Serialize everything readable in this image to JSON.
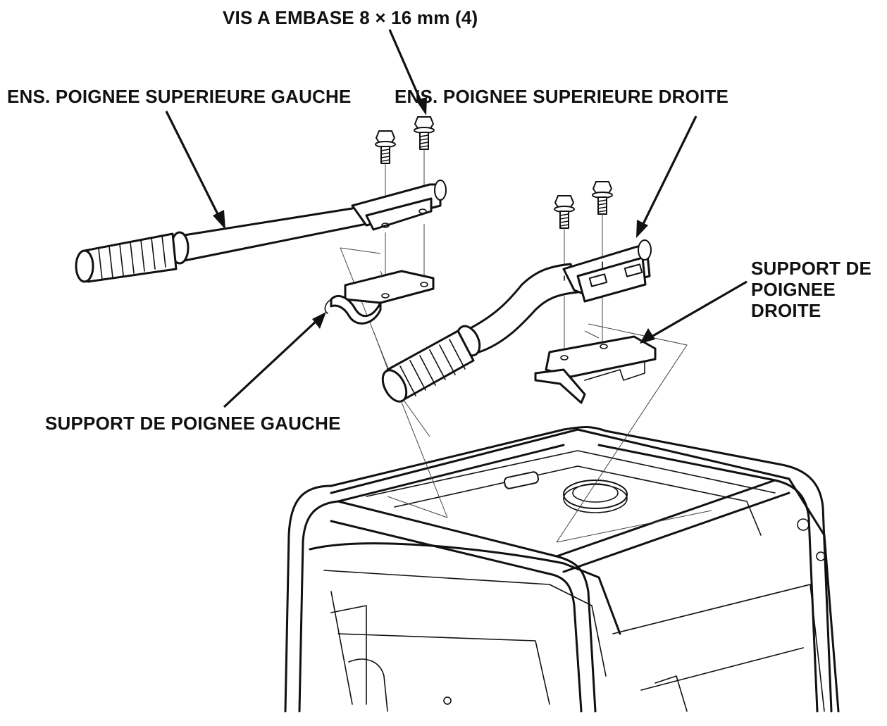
{
  "labels": {
    "screw": "VIS A EMBASE 8 × 16 mm (4)",
    "left_handle": "ENS. POIGNEE SUPERIEURE GAUCHE",
    "right_handle": "ENS. POIGNEE SUPERIEURE DROITE",
    "left_support": "SUPPORT DE POIGNEE GAUCHE",
    "right_support": "SUPPORT DE\nPOIGNEE\nDROITE"
  }
}
